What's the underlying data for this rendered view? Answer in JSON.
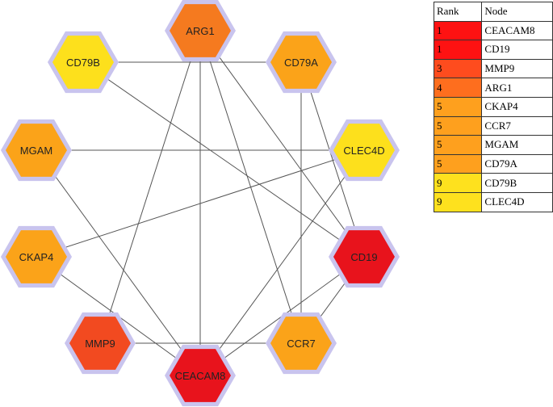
{
  "network": {
    "nodes": [
      {
        "id": "ARG1",
        "label": "ARG1",
        "color": "#f57a1f"
      },
      {
        "id": "CD79A",
        "label": "CD79A",
        "color": "#fba319"
      },
      {
        "id": "CLEC4D",
        "label": "CLEC4D",
        "color": "#fde01c"
      },
      {
        "id": "CD19",
        "label": "CD19",
        "color": "#e8131c"
      },
      {
        "id": "CCR7",
        "label": "CCR7",
        "color": "#fba319"
      },
      {
        "id": "CEACAM8",
        "label": "CEACAM8",
        "color": "#e8131c"
      },
      {
        "id": "MMP9",
        "label": "MMP9",
        "color": "#f24a20"
      },
      {
        "id": "CKAP4",
        "label": "CKAP4",
        "color": "#fba319"
      },
      {
        "id": "MGAM",
        "label": "MGAM",
        "color": "#fba319"
      },
      {
        "id": "CD79B",
        "label": "CD79B",
        "color": "#fde01c"
      }
    ],
    "edges": [
      [
        "CD79B",
        "CD79A"
      ],
      [
        "CD79B",
        "CD19"
      ],
      [
        "MGAM",
        "CLEC4D"
      ],
      [
        "MGAM",
        "CEACAM8"
      ],
      [
        "CKAP4",
        "CLEC4D"
      ],
      [
        "CKAP4",
        "CEACAM8"
      ],
      [
        "MMP9",
        "ARG1"
      ],
      [
        "MMP9",
        "CCR7"
      ],
      [
        "ARG1",
        "CEACAM8"
      ],
      [
        "ARG1",
        "CCR7"
      ],
      [
        "ARG1",
        "CD19"
      ],
      [
        "CD79A",
        "CCR7"
      ],
      [
        "CD79A",
        "CD19"
      ],
      [
        "CLEC4D",
        "CEACAM8"
      ],
      [
        "CD19",
        "CEACAM8"
      ],
      [
        "CD19",
        "CCR7"
      ]
    ],
    "node_fill_halo": "#c9c4ee",
    "edge_color": "#555555"
  },
  "legend_table": {
    "header_rank": "Rank",
    "header_node": "Node",
    "rows": [
      {
        "rank": "1",
        "node": "CEACAM8",
        "color": "#fe1212"
      },
      {
        "rank": "1",
        "node": "CD19",
        "color": "#fe1212"
      },
      {
        "rank": "3",
        "node": "MMP9",
        "color": "#fe4c1e"
      },
      {
        "rank": "4",
        "node": "ARG1",
        "color": "#fe6e1e"
      },
      {
        "rank": "5",
        "node": "CKAP4",
        "color": "#fea01e"
      },
      {
        "rank": "5",
        "node": "CCR7",
        "color": "#fea01e"
      },
      {
        "rank": "5",
        "node": "MGAM",
        "color": "#fea01e"
      },
      {
        "rank": "5",
        "node": "CD79A",
        "color": "#fea01e"
      },
      {
        "rank": "9",
        "node": "CD79B",
        "color": "#fee11e"
      },
      {
        "rank": "9",
        "node": "CLEC4D",
        "color": "#fee11e"
      }
    ]
  }
}
